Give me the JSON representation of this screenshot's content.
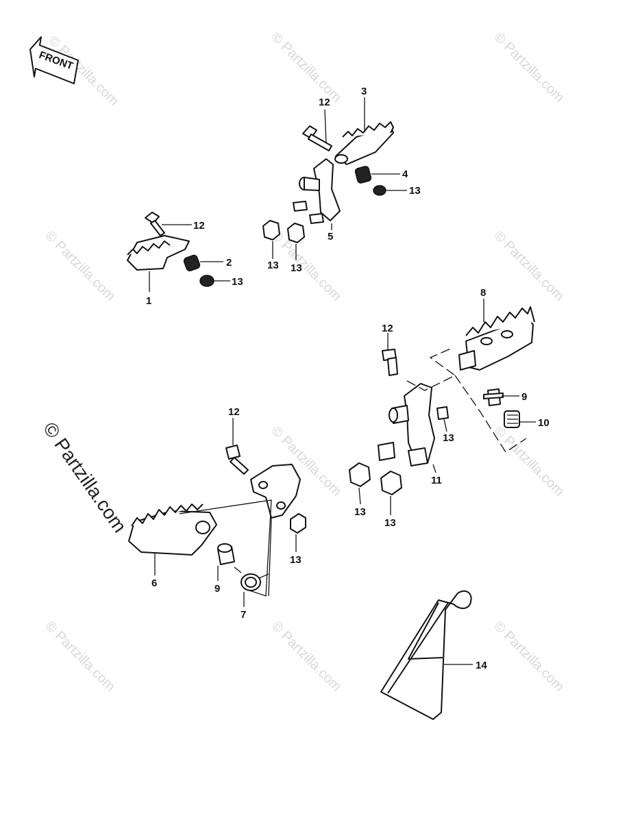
{
  "watermark": {
    "text": "© Partzilla.com",
    "large_text": "© Partzilla.com"
  },
  "front_arrow": {
    "label": "FRONT"
  },
  "callouts": {
    "c1": "1",
    "c2": "2",
    "c3": "3",
    "c4": "4",
    "c5": "5",
    "c6": "6",
    "c7": "7",
    "c8": "8",
    "c9a": "9",
    "c9b": "9",
    "c10": "10",
    "c11": "11",
    "c12a": "12",
    "c12b": "12",
    "c12c": "12",
    "c12d": "12",
    "c13a": "13",
    "c13b": "13",
    "c13c": "13",
    "c13d": "13",
    "c13e": "13",
    "c13f": "13",
    "c13g": "13",
    "c13h": "13",
    "c14": "14"
  }
}
